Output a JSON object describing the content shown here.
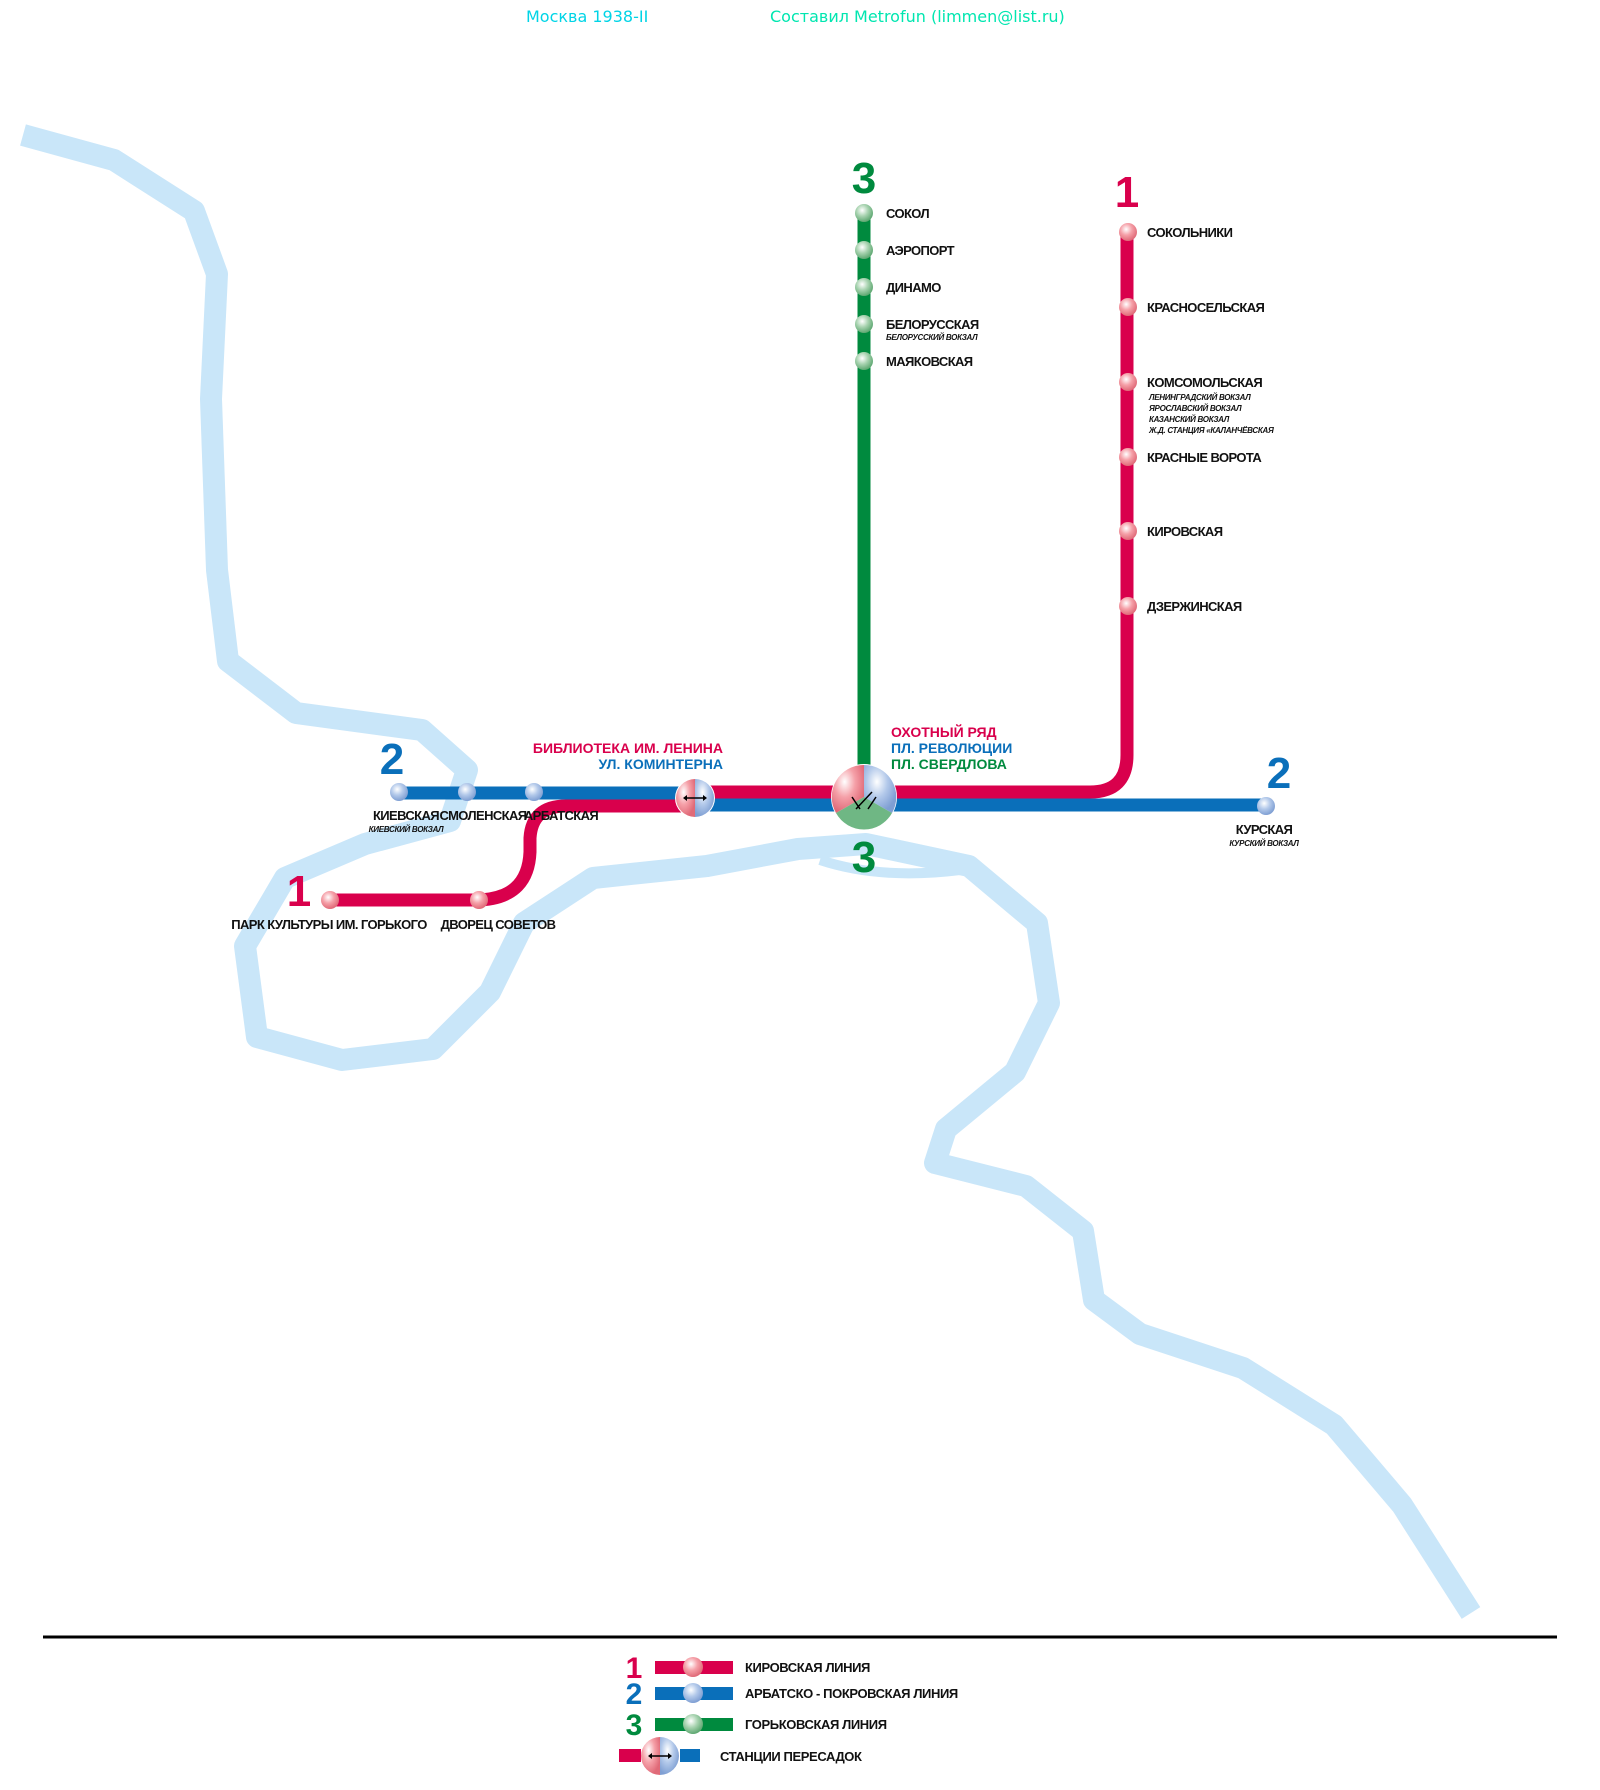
{
  "header": {
    "title": "Москва 1938-II",
    "author": "Составил Metrofun (limmen@list.ru)"
  },
  "colors": {
    "line1": "#d9004c",
    "line2": "#0a6fba",
    "line3": "#008a3e",
    "river": "#c9e6f9",
    "title": "#00d4e6",
    "author": "#00e6b0"
  },
  "lines": {
    "line1": {
      "number": "1",
      "stations": [
        {
          "name": "СОКОЛЬНИКИ"
        },
        {
          "name": "КРАСНОСЕЛЬСКАЯ"
        },
        {
          "name": "КОМСОМОЛЬСКАЯ",
          "notes": [
            "ЛЕНИНГРАДСКИЙ ВОКЗАЛ",
            "ЯРОСЛАВСКИЙ ВОКЗАЛ",
            "КАЗАНСКИЙ ВОКЗАЛ",
            "Ж.Д. СТАНЦИЯ «КАЛАНЧЁВСКАЯ"
          ]
        },
        {
          "name": "КРАСНЫЕ ВОРОТА"
        },
        {
          "name": "КИРОВСКАЯ"
        },
        {
          "name": "ДЗЕРЖИНСКАЯ"
        },
        {
          "name": "ДВОРЕЦ СОВЕТОВ"
        },
        {
          "name": "ПАРК КУЛЬТУРЫ ИМ. ГОРЬКОГО"
        }
      ]
    },
    "line2": {
      "number": "2",
      "stations": [
        {
          "name": "КИЕВСКАЯ",
          "note": "КИЕВСКИЙ ВОКЗАЛ"
        },
        {
          "name": "СМОЛЕНСКАЯ"
        },
        {
          "name": "АРБАТСКАЯ"
        },
        {
          "name": "КУРСКАЯ",
          "note": "КУРСКИЙ ВОКЗАЛ"
        }
      ]
    },
    "line3": {
      "number": "3",
      "stations": [
        {
          "name": "СОКОЛ"
        },
        {
          "name": "АЭРОПОРТ"
        },
        {
          "name": "ДИНАМО"
        },
        {
          "name": "БЕЛОРУССКАЯ",
          "note": "БЕЛОРУССКИЙ ВОКЗАЛ"
        },
        {
          "name": "МАЯКОВСКАЯ"
        }
      ]
    }
  },
  "interchanges": {
    "center": {
      "line1": "ОХОТНЫЙ РЯД",
      "line2": "ПЛ. РЕВОЛЮЦИИ",
      "line3": "ПЛ. СВЕРДЛОВА"
    },
    "west": {
      "line1": "БИБЛИОТЕКА ИМ. ЛЕНИНА",
      "line2": "УЛ. КОМИНТЕРНА"
    }
  },
  "legend": {
    "items": [
      {
        "number": "1",
        "label": "КИРОВСКАЯ  ЛИНИЯ"
      },
      {
        "number": "2",
        "label": "АРБАТСКО - ПОКРОВСКАЯ  ЛИНИЯ"
      },
      {
        "number": "3",
        "label": "ГОРЬКОВСКАЯ  ЛИНИЯ"
      }
    ],
    "transfer_label": "СТАНЦИИ ПЕРЕСАДОК"
  }
}
